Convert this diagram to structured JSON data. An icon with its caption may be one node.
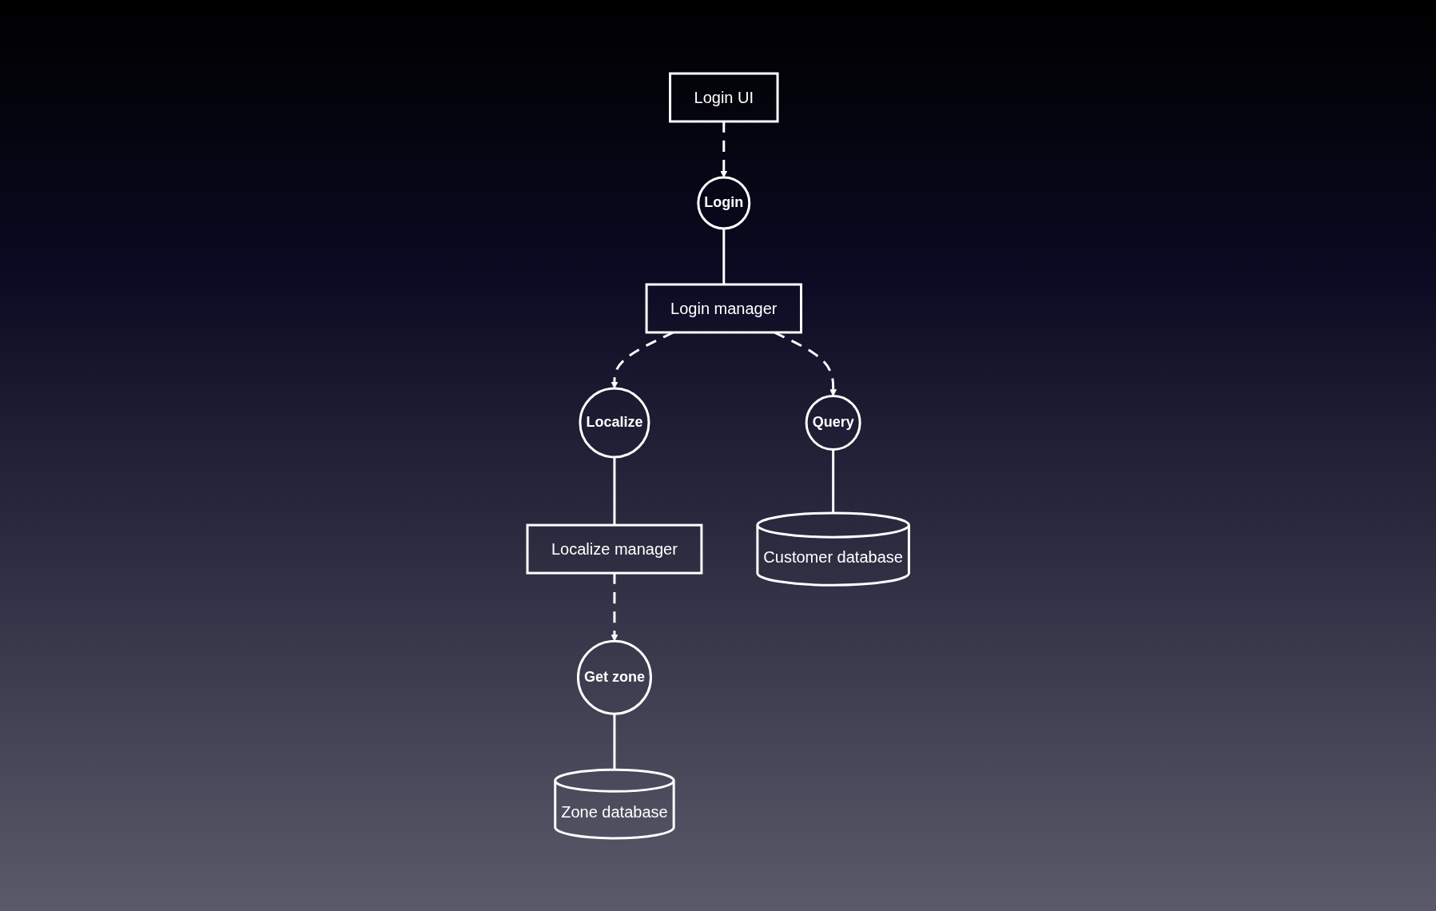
{
  "diagram": {
    "nodes": [
      {
        "text": [
          "Localize manager"
        ]
      },
      {
        "text": [
          "Get zone"
        ]
      },
      {
        "text": [
          "Zone database"
        ]
      },
      {
        "text": [
          "Login UI"
        ]
      },
      {
        "text": [
          "Login"
        ]
      },
      {
        "text": [
          "Login manager"
        ]
      },
      {
        "text": [
          "Localize"
        ]
      },
      {
        "text": [
          "Query"
        ]
      },
      {
        "text": [
          "Customer database"
        ]
      }
    ],
    "edges": [
      {
        "from": 0,
        "to": 1,
        "arrow": "to",
        "style": "dashed"
      },
      {
        "from": 1,
        "to": 2,
        "arrow": "none"
      },
      {
        "from": 3,
        "to": 4,
        "arrow": "to",
        "style": "dashed"
      },
      {
        "from": 4,
        "to": 5,
        "arrow": "none"
      },
      {
        "from": 5,
        "to": 6,
        "arrow": "to",
        "style": "dashed"
      },
      {
        "from": 6,
        "to": 0,
        "arrow": "none"
      },
      {
        "from": 5,
        "to": 7,
        "arrow": "to",
        "style": "dashed"
      },
      {
        "from": 7,
        "to": 8,
        "arrow": "none"
      }
    ]
  }
}
